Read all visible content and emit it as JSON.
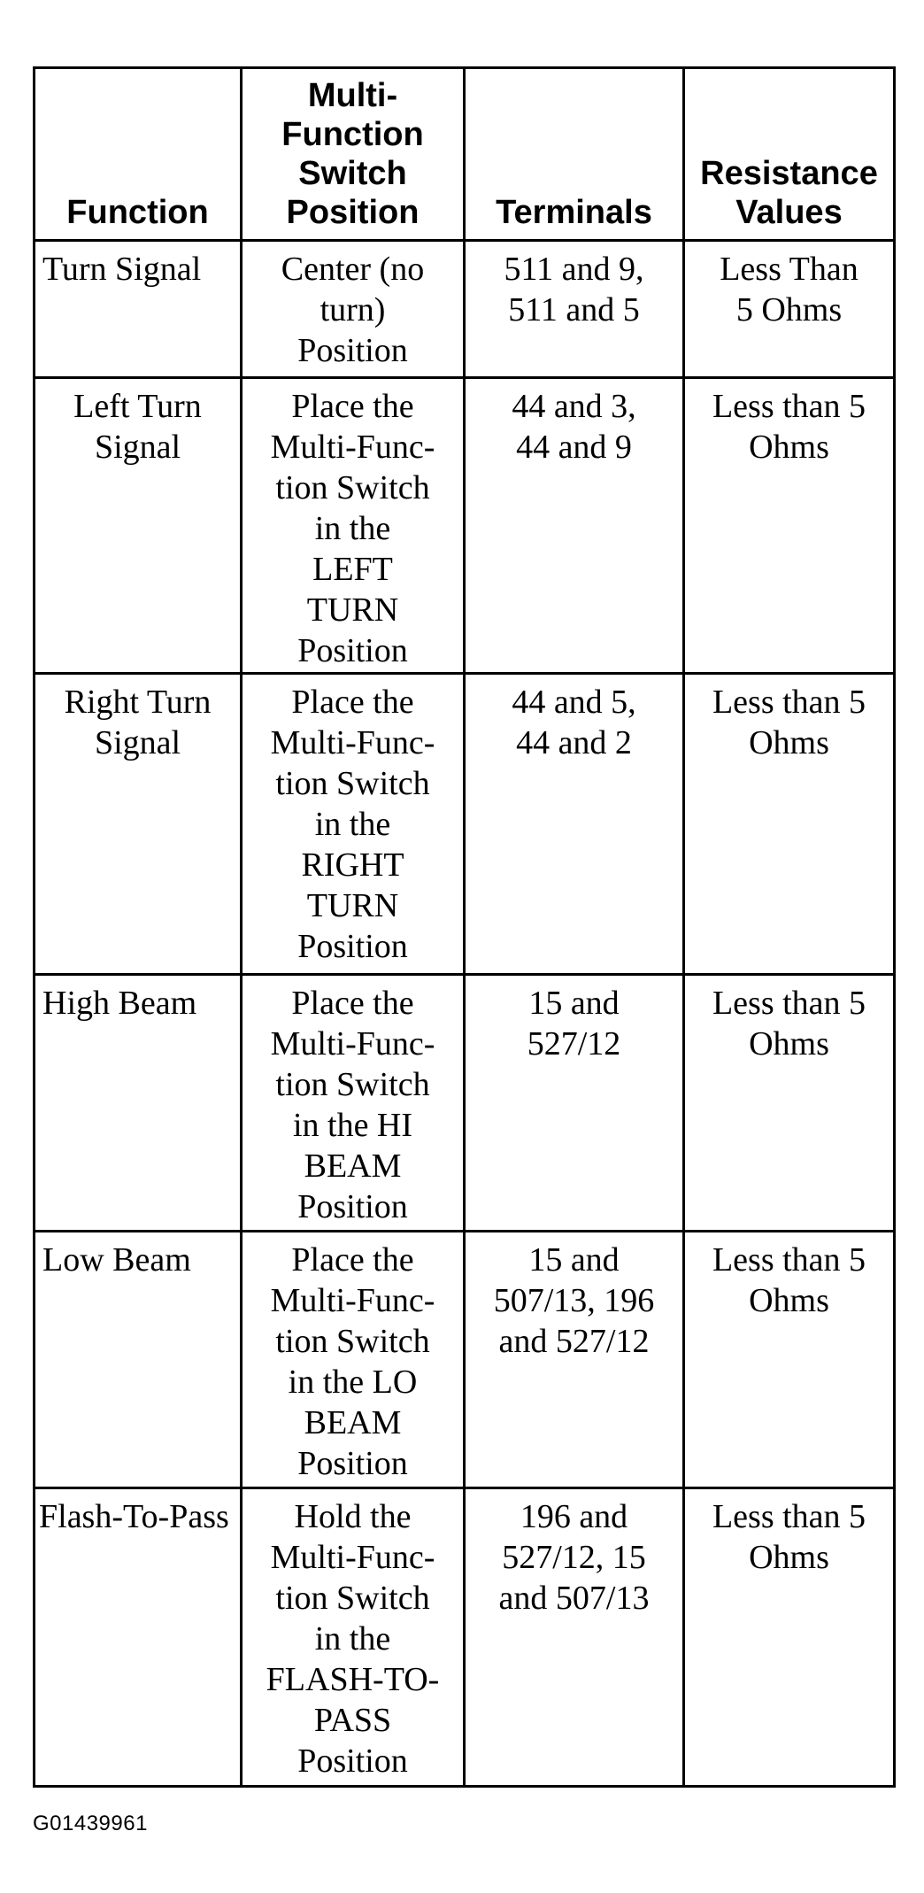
{
  "table": {
    "headers": {
      "function": "Function",
      "switch_position": "Multi-\nFunction\nSwitch\nPosition",
      "terminals": "Terminals",
      "resistance": "Resistance\nValues"
    },
    "rows": [
      {
        "function": "Turn Signal",
        "position": "Center (no\nturn)\nPosition",
        "terminals": "511 and 9,\n511 and 5",
        "resistance": "Less Than\n5 Ohms"
      },
      {
        "function": "Left Turn\nSignal",
        "position": "Place the\nMulti-Func-\ntion Switch\nin the\nLEFT\nTURN\nPosition",
        "terminals": "44 and 3,\n44 and 9",
        "resistance": "Less than 5\nOhms"
      },
      {
        "function": "Right Turn\nSignal",
        "position": "Place the\nMulti-Func-\ntion Switch\nin the\nRIGHT\nTURN\nPosition",
        "terminals": "44 and 5,\n44 and 2",
        "resistance": "Less than 5\nOhms"
      },
      {
        "function": "High Beam",
        "position": "Place the\nMulti-Func-\ntion Switch\nin the HI\nBEAM\nPosition",
        "terminals": "15 and\n527/12",
        "resistance": "Less than 5\nOhms"
      },
      {
        "function": "Low Beam",
        "position": "Place the\nMulti-Func-\ntion Switch\nin the LO\nBEAM\nPosition",
        "terminals": "15 and\n507/13, 196\nand 527/12",
        "resistance": "Less than 5\nOhms"
      },
      {
        "function": "Flash-To-Pass",
        "position": "Hold the\nMulti-Func-\ntion Switch\nin the\nFLASH-TO-\nPASS\nPosition",
        "terminals": "196 and\n527/12, 15\nand 507/13",
        "resistance": "Less than 5\nOhms"
      }
    ]
  },
  "image_code": "G01439961"
}
